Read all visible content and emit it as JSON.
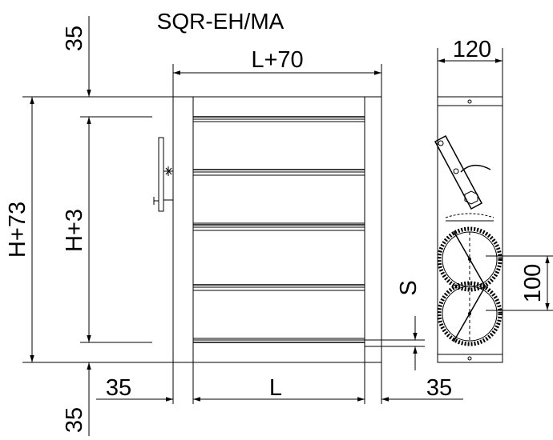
{
  "title": "SQR-EH/MA",
  "front_view": {
    "width_overall": "L+70",
    "width_inner": "L",
    "flange_left": "35",
    "flange_right": "35",
    "height_overall": "H+73",
    "height_inner": "H+3",
    "flange_top": "35",
    "flange_bottom": "35",
    "blade_gap": "S"
  },
  "side_view": {
    "depth": "120",
    "blade_pitch": "100"
  }
}
